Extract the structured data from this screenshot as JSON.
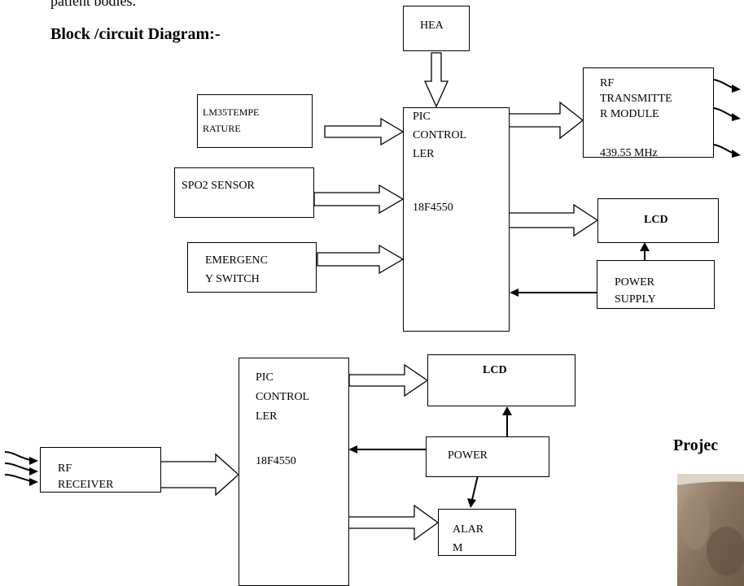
{
  "page": {
    "intro_fragment": "patient bodies.",
    "section_heading": "Block /circuit Diagram:-",
    "project_heading": "Projec"
  },
  "transmitter": {
    "hea_box": "HEA",
    "temperature_box": [
      "LM35TEMPE",
      "RATURE"
    ],
    "spo2_box": "SPO2 SENSOR",
    "emergency_box": [
      "EMERGENC",
      "Y SWITCH"
    ],
    "controller_box": [
      "PIC",
      "CONTROL",
      "LER",
      "18F4550"
    ],
    "rf_module_box": [
      "RF",
      "TRANSMITTE",
      "R MODULE",
      "439.55 MHz"
    ],
    "lcd_box": "LCD",
    "power_box": [
      "POWER",
      "SUPPLY"
    ]
  },
  "receiver": {
    "rf_receiver_box": [
      "RF",
      "RECEIVER"
    ],
    "controller_box": [
      "PIC",
      "CONTROL",
      "LER",
      "18F4550"
    ],
    "lcd_box": "LCD",
    "power_box": "POWER",
    "alarm_box": [
      "ALAR",
      "M"
    ]
  },
  "colors": {
    "line": "#000000",
    "background": "#ffffff",
    "photo_wall": "#8a7560"
  }
}
